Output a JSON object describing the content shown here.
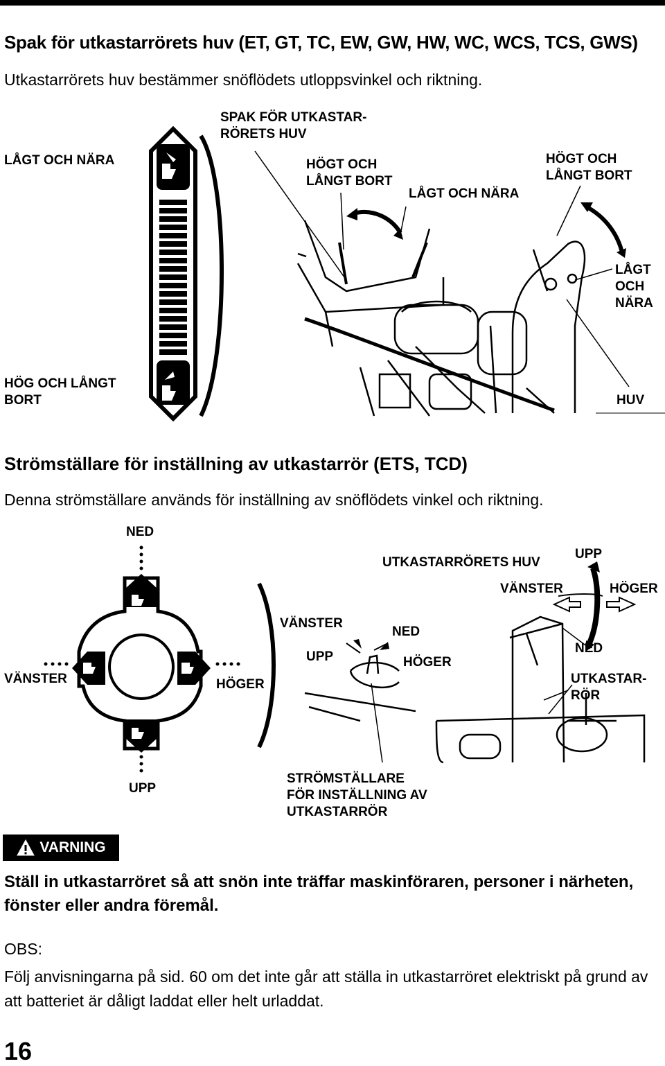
{
  "section1": {
    "title": "Spak för utkastarrörets huv (ET, GT, TC, EW, GW, HW, WC, WCS, TCS, GWS)",
    "description": "Utkastarrörets huv bestämmer snöflödets utloppsvinkel och riktning.",
    "labels": {
      "lever_line1": "SPAK FÖR UTKASTAR-",
      "lever_line2": "RÖRETS HUV",
      "low_near_left": "LÅGT OCH NÄRA",
      "high_far_mid_1": "HÖGT OCH",
      "high_far_mid_2": "LÅNGT BORT",
      "low_near_mid": "LÅGT OCH NÄRA",
      "high_far_right_1": "HÖGT OCH",
      "high_far_right_2": "LÅNGT BORT",
      "low_near_right_1": "LÅGT",
      "low_near_right_2": "OCH",
      "low_near_right_3": "NÄRA",
      "high_far_left_1": "HÖG OCH LÅNGT",
      "high_far_left_2": "BORT",
      "hood": "HUV"
    }
  },
  "section2": {
    "title": "Strömställare för inställning av utkastarrör (ETS, TCD)",
    "description": "Denna strömställare används för inställning av snöflödets vinkel och riktning.",
    "labels": {
      "ned_top": "NED",
      "vanster_left": "VÄNSTER",
      "hoger_mid": "HÖGER",
      "upp_bottom": "UPP",
      "chute_hood": "UTKASTARRÖRETS HUV",
      "upp_right": "UPP",
      "vanster_right": "VÄNSTER",
      "hoger_right": "HÖGER",
      "vanster_sw": "VÄNSTER",
      "ned_sw": "NED",
      "upp_sw": "UPP",
      "hoger_sw": "HÖGER",
      "ned_right": "NED",
      "chute_1": "UTKASTAR-",
      "chute_2": "RÖR",
      "switch_1": "STRÖMSTÄLLARE",
      "switch_2": "FÖR INSTÄLLNING AV",
      "switch_3": "UTKASTARRÖR"
    }
  },
  "warning": {
    "badge": "VARNING",
    "text": "Ställ in utkastarröret så att snön inte träffar maskinföraren, personer i närheten, fönster eller andra föremål."
  },
  "note": {
    "title": "OBS:",
    "text": "Följ anvisningarna på sid. 60 om det inte går att ställa in utkastarröret elektriskt på grund av att batteriet är dåligt laddat eller helt urladdat."
  },
  "page_number": "16"
}
